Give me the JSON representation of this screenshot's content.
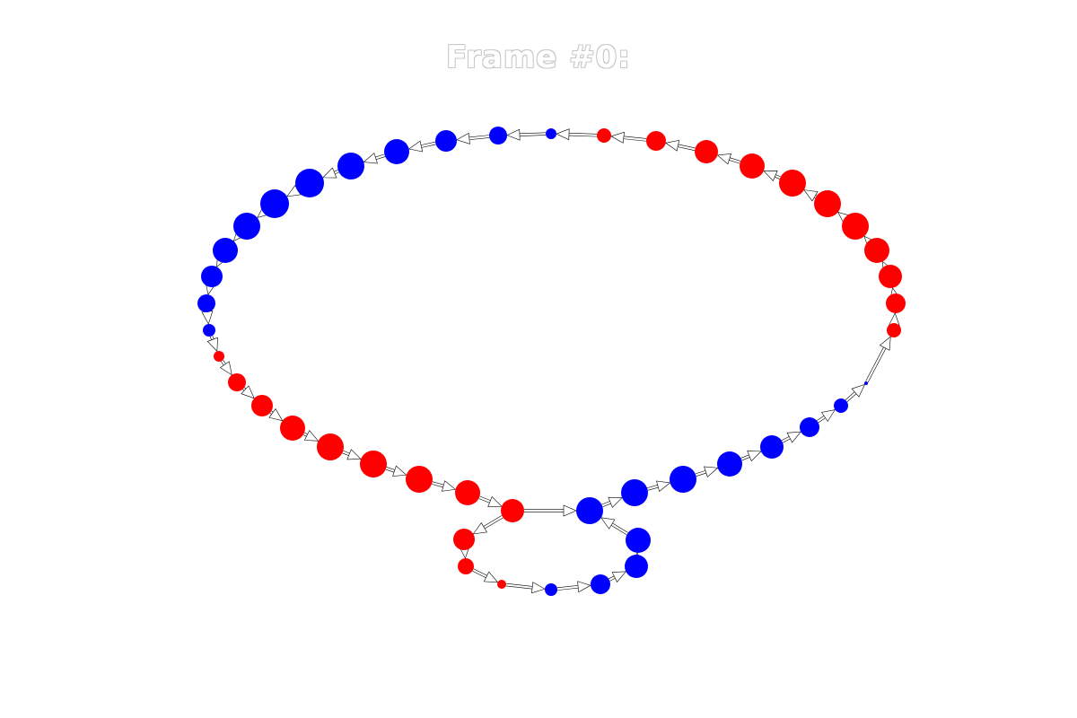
{
  "title": "Frame #0:",
  "colors": {
    "red": "#ff0000",
    "blue": "#0000ff"
  },
  "graph": {
    "outer_cycle": [
      {
        "id": "n0",
        "color": "red",
        "size": 8
      },
      {
        "id": "n1",
        "color": "red",
        "size": 11
      },
      {
        "id": "n2",
        "color": "red",
        "size": 13
      },
      {
        "id": "n3",
        "color": "red",
        "size": 14
      },
      {
        "id": "n4",
        "color": "red",
        "size": 15
      },
      {
        "id": "n5",
        "color": "red",
        "size": 15
      },
      {
        "id": "n6",
        "color": "red",
        "size": 15
      },
      {
        "id": "n7",
        "color": "red",
        "size": 14
      },
      {
        "id": "n8",
        "color": "red",
        "size": 13
      },
      {
        "id": "n9",
        "color": "red",
        "size": 11
      },
      {
        "id": "n10",
        "color": "red",
        "size": 8
      },
      {
        "id": "n11",
        "color": "blue",
        "size": 6
      },
      {
        "id": "n12",
        "color": "blue",
        "size": 10
      },
      {
        "id": "n13",
        "color": "blue",
        "size": 12
      },
      {
        "id": "n14",
        "color": "blue",
        "size": 14
      },
      {
        "id": "n15",
        "color": "blue",
        "size": 15
      },
      {
        "id": "n16",
        "color": "blue",
        "size": 16
      },
      {
        "id": "n17",
        "color": "blue",
        "size": 16
      },
      {
        "id": "n18",
        "color": "blue",
        "size": 15
      },
      {
        "id": "n19",
        "color": "blue",
        "size": 14
      },
      {
        "id": "n20",
        "color": "blue",
        "size": 12
      },
      {
        "id": "n21",
        "color": "blue",
        "size": 10
      },
      {
        "id": "n22",
        "color": "blue",
        "size": 7
      },
      {
        "id": "n23",
        "color": "red",
        "size": 6
      },
      {
        "id": "n24",
        "color": "red",
        "size": 10
      },
      {
        "id": "n25",
        "color": "red",
        "size": 12
      },
      {
        "id": "n26",
        "color": "red",
        "size": 14
      },
      {
        "id": "n27",
        "color": "red",
        "size": 15
      },
      {
        "id": "n28",
        "color": "red",
        "size": 15
      },
      {
        "id": "n29",
        "color": "red",
        "size": 15
      },
      {
        "id": "n30",
        "color": "red",
        "size": 14
      },
      {
        "id": "n31",
        "color": "red",
        "size": 13
      },
      {
        "id": "n32",
        "color": "blue",
        "size": 15
      },
      {
        "id": "n33",
        "color": "blue",
        "size": 15
      },
      {
        "id": "n34",
        "color": "blue",
        "size": 15
      },
      {
        "id": "n35",
        "color": "blue",
        "size": 14
      },
      {
        "id": "n36",
        "color": "blue",
        "size": 13
      },
      {
        "id": "n37",
        "color": "blue",
        "size": 11
      },
      {
        "id": "n38",
        "color": "blue",
        "size": 8
      },
      {
        "id": "n39",
        "color": "blue",
        "size": 2
      }
    ],
    "inner_cycle": [
      {
        "id": "m0",
        "color": "red",
        "size": 12
      },
      {
        "id": "m1",
        "color": "red",
        "size": 9
      },
      {
        "id": "m2",
        "color": "red",
        "size": 5
      },
      {
        "id": "m3",
        "color": "blue",
        "size": 7
      },
      {
        "id": "m4",
        "color": "blue",
        "size": 11
      },
      {
        "id": "m5",
        "color": "blue",
        "size": 13
      },
      {
        "id": "m6",
        "color": "blue",
        "size": 14
      }
    ]
  }
}
